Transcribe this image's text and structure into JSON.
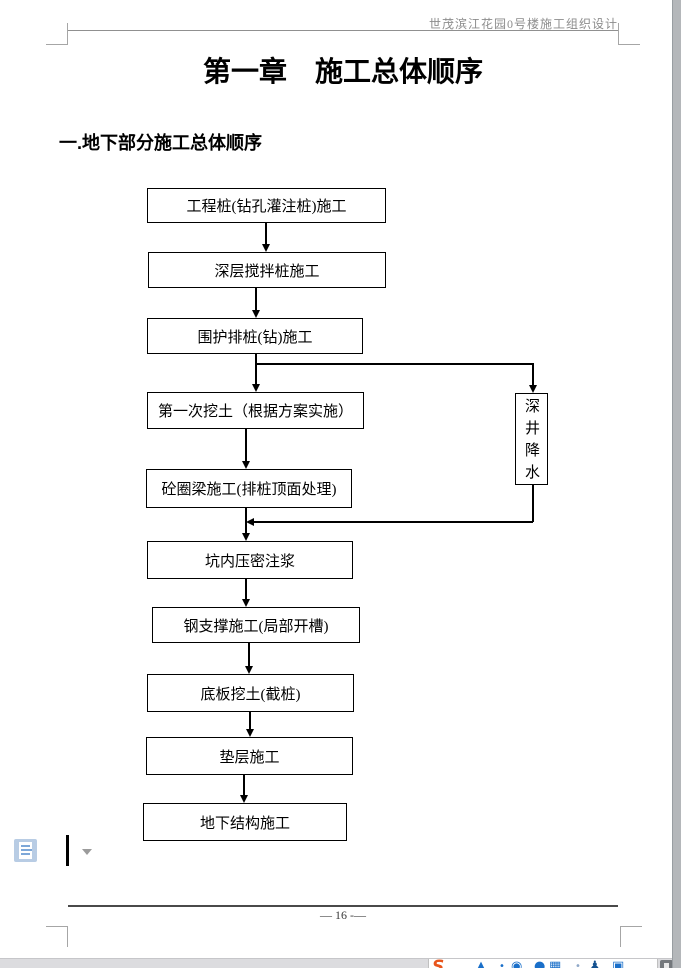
{
  "document": {
    "header": {
      "title": "世茂滨江花园0号楼施工组织设计"
    },
    "chapter_title": "第一章　施工总体顺序",
    "section_heading": "一.地下部分施工总体顺序",
    "footer": {
      "page_number": "— 16 -—"
    }
  },
  "flowchart": {
    "boxes": [
      {
        "label": "工程桩(钻孔灌注桩)施工"
      },
      {
        "label": "深层搅拌桩施工"
      },
      {
        "label": "围护排桩(钻)施工"
      },
      {
        "label": "第一次挖土（根据方案实施）"
      },
      {
        "label": "砼圈梁施工(排桩顶面处理)"
      },
      {
        "label": "坑内压密注浆"
      },
      {
        "label": "钢支撑施工(局部开槽)"
      },
      {
        "label": "底板挖土(截桩)"
      },
      {
        "label": "垫层施工"
      },
      {
        "label": "地下结构施工"
      }
    ],
    "side_box": {
      "label": "深井降水"
    }
  },
  "taskbar": {
    "icons": [
      {
        "name": "sogou-input-icon",
        "glyph": "S"
      },
      {
        "name": "language-mode-icon",
        "glyph": "▲"
      },
      {
        "name": "status-dot-icon",
        "glyph": "•"
      },
      {
        "name": "emoticon-icon",
        "glyph": "◉"
      },
      {
        "name": "user-icon",
        "glyph": "●"
      },
      {
        "name": "keyboard-icon",
        "glyph": "▦"
      },
      {
        "name": "idle-dot-icon",
        "glyph": "•"
      },
      {
        "name": "penguin-icon",
        "glyph": "♟"
      },
      {
        "name": "toolbox-icon",
        "glyph": "▣"
      }
    ]
  },
  "colors": {
    "page_background": "#ffffff",
    "header_text": "#8c8c8c",
    "boundary_marks": "#a6a6a6",
    "box_border": "#000000",
    "taskbar_background": "#dcdcdf",
    "right_edge_strip": "#b4b7ba",
    "icon_blue": "#1a6fc9",
    "sogou_orange": "#e8551c"
  }
}
